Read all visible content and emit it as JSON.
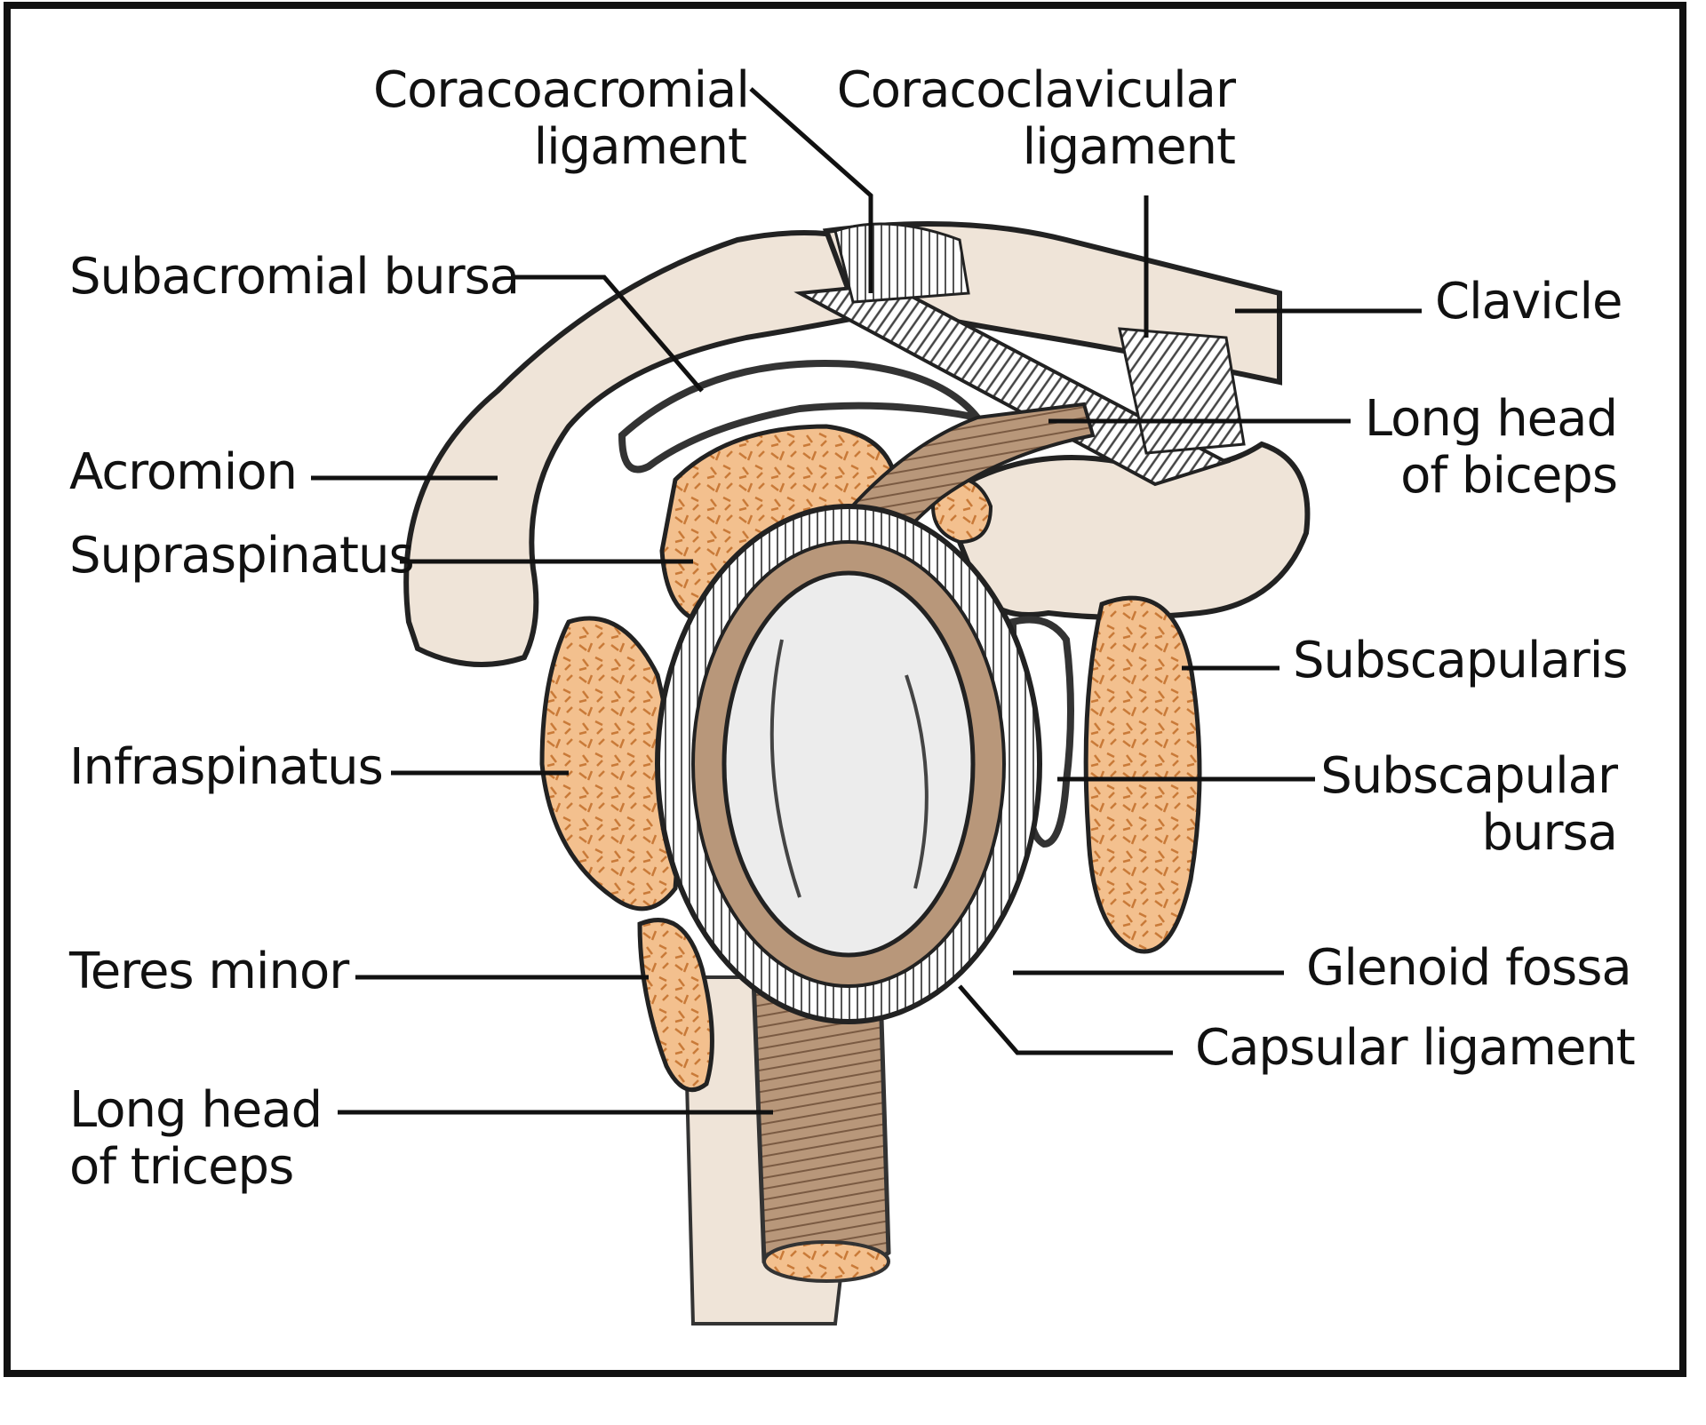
{
  "colors": {
    "bone": "#efe4d8",
    "muscle": "#f3c08e",
    "muscle_pattern": "#c97a38",
    "tendon": "#a88a70",
    "cartilage": "#e9e9e9",
    "outline": "#222222",
    "frame": "#111111"
  },
  "labels": {
    "coracoacromial_1": "Coracoacromial",
    "coracoacromial_2": "ligament",
    "coracoclavicular_1": "Coracoclavicular",
    "coracoclavicular_2": "ligament",
    "subacromial_bursa": "Subacromial bursa",
    "clavicle": "Clavicle",
    "long_head_biceps_1": "Long head",
    "long_head_biceps_2": "of biceps",
    "acromion": "Acromion",
    "supraspinatus": "Supraspinatus",
    "subscapularis": "Subscapularis",
    "infraspinatus": "Infraspinatus",
    "subscapular_bursa_1": "Subscapular",
    "subscapular_bursa_2": "bursa",
    "teres_minor": "Teres minor",
    "glenoid_fossa": "Glenoid fossa",
    "capsular_ligament": "Capsular ligament",
    "long_head_triceps_1": "Long head",
    "long_head_triceps_2": "of triceps"
  }
}
